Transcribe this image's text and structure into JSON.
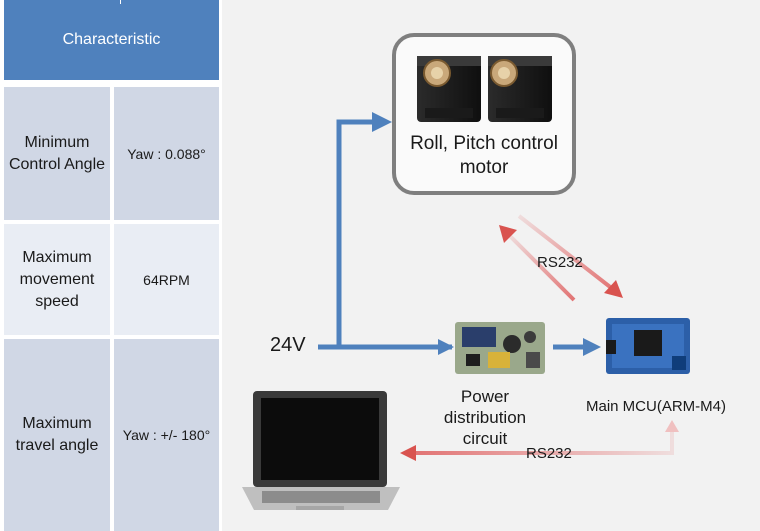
{
  "table": {
    "header": "Characteristic",
    "rows": [
      {
        "label": "Minimum Control Angle",
        "value": "Yaw : 0.088°"
      },
      {
        "label": "Maximum movement speed",
        "value": "64RPM"
      },
      {
        "label": "Maximum travel angle",
        "value": "Yaw : +/- 180°"
      }
    ]
  },
  "diagram": {
    "motor_label": "Roll, Pitch control motor",
    "voltage_label": "24V",
    "power_label": "Power distribution circuit",
    "mcu_label": "Main MCU(ARM-M4)",
    "link_label_top": "RS232",
    "link_label_bottom": "RS232"
  },
  "colors": {
    "header_blue": "#4f81bd",
    "power_arrow": "#4f81bd",
    "rs232_arrow": "#e06666"
  }
}
